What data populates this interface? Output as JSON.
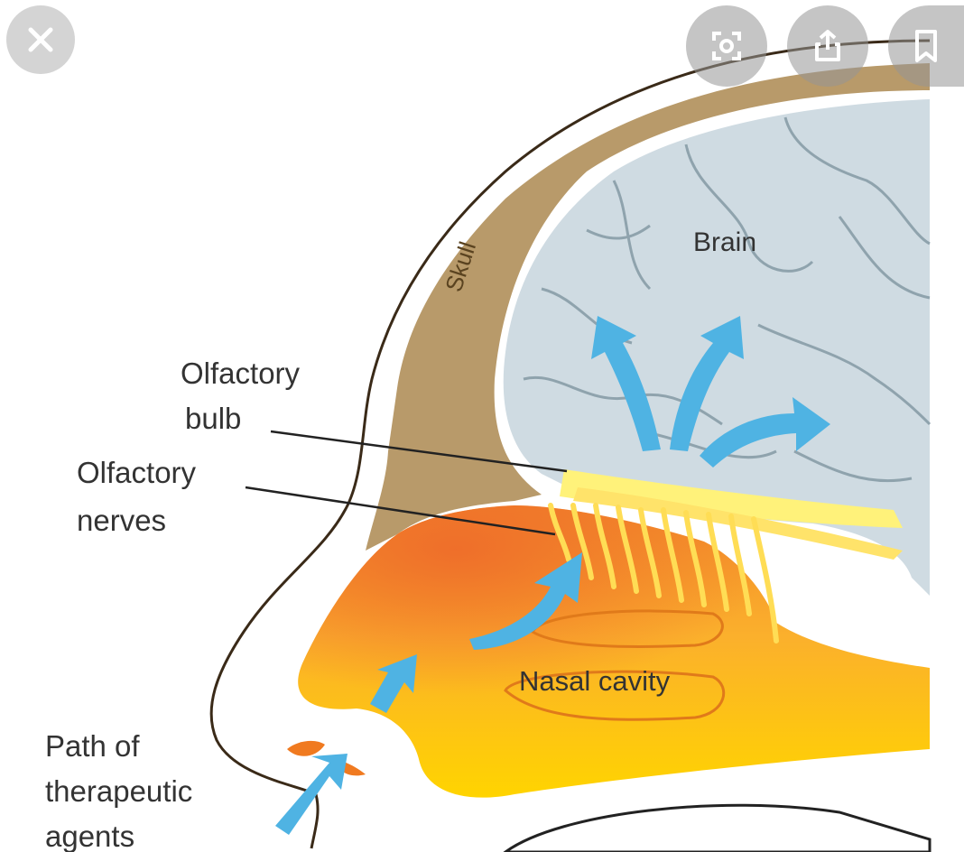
{
  "diagram": {
    "labels": {
      "skull": "Skull",
      "brain": "Brain",
      "olfactory_bulb_line1": "Olfactory",
      "olfactory_bulb_line2": "bulb",
      "olfactory_nerves_line1": "Olfactory",
      "olfactory_nerves_line2": "nerves",
      "nasal_cavity": "Nasal cavity",
      "path_line1": "Path of",
      "path_line2": "therapeutic",
      "path_line3": "agents"
    },
    "colors": {
      "skull": "#b89a6a",
      "brain": "#c9d6de",
      "brain_folds": "#8fa3ad",
      "nasal_orange": "#f6a12a",
      "nasal_yellow": "#ffd23a",
      "nerve_yellow": "#ffe680",
      "arrows": "#4fb3e3",
      "outline": "#3a2a18"
    }
  },
  "viewer_controls": {
    "close_icon": "close-icon",
    "lens_icon": "lens-icon",
    "share_icon": "share-icon",
    "bookmark_icon": "bookmark-icon"
  }
}
